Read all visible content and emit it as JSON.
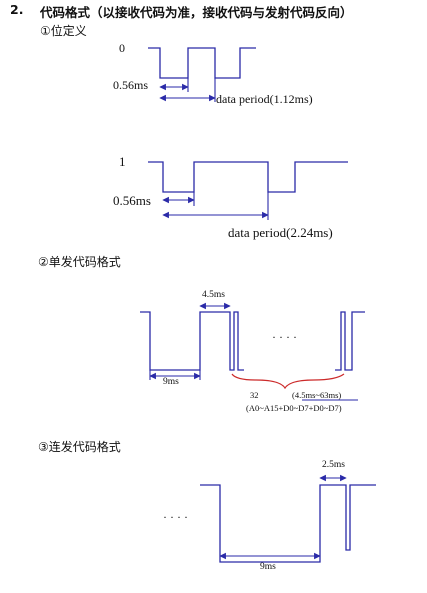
{
  "header": {
    "number": "2.",
    "title": "代码格式（以接收代码为准，接收代码与发射代码反向）"
  },
  "sections": {
    "bit_definition": "①位定义",
    "single_code": "②单发代码格式",
    "repeat_code": "③连发代码格式"
  },
  "bit0": {
    "level": "0",
    "pulse_label": "0.56ms",
    "period_label": "data period(1.12ms)"
  },
  "bit1": {
    "level": "1",
    "pulse_label": "0.56ms",
    "period_label": "data period(2.24ms)"
  },
  "single": {
    "high_label": "4.5ms",
    "low_label": "9ms",
    "dots": "· · · ·",
    "count": "32",
    "range": "(4.5ms~63ms)",
    "bits": "(A0~A15+D0~D7+D0~D7)"
  },
  "repeat": {
    "dots": "· · · ·",
    "high_label": "2.5ms",
    "low_label": "9ms"
  }
}
